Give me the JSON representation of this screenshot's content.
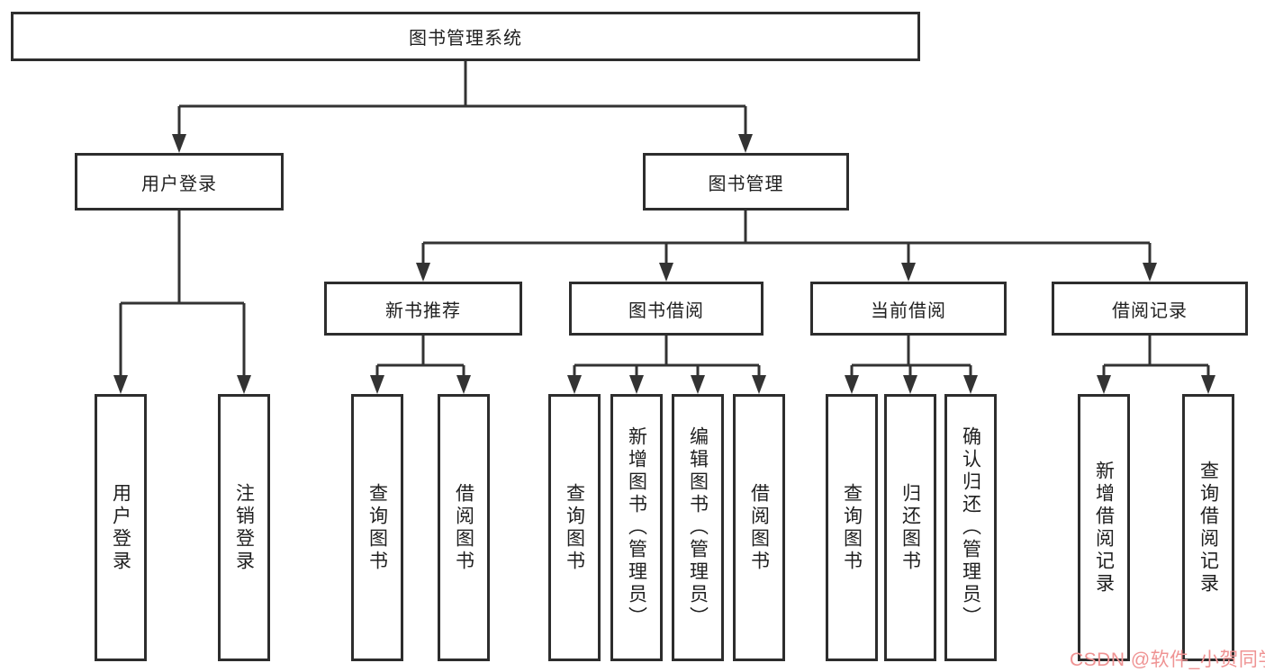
{
  "diagram_title": "图书管理系统",
  "nodes": {
    "root": {
      "label": "图书管理系统"
    },
    "level2": [
      {
        "id": "user-login",
        "label": "用户登录",
        "parent": "图书管理系统"
      },
      {
        "id": "book-management",
        "label": "图书管理",
        "parent": "图书管理系统"
      }
    ],
    "level3": [
      {
        "id": "new-book-recommend",
        "label": "新书推荐",
        "parent": "图书管理"
      },
      {
        "id": "book-borrow",
        "label": "图书借阅",
        "parent": "图书管理"
      },
      {
        "id": "current-borrow",
        "label": "当前借阅",
        "parent": "图书管理"
      },
      {
        "id": "borrow-records",
        "label": "借阅记录",
        "parent": "图书管理"
      }
    ],
    "leaves": [
      {
        "id": "user-login-leaf",
        "label": "用户登录",
        "parent": "用户登录"
      },
      {
        "id": "logout",
        "label": "注销登录",
        "parent": "用户登录"
      },
      {
        "id": "query-books-recommend",
        "label": "查询图书",
        "parent": "新书推荐"
      },
      {
        "id": "borrow-books-recommend",
        "label": "借阅图书",
        "parent": "新书推荐"
      },
      {
        "id": "query-books-borrow",
        "label": "查询图书",
        "parent": "图书借阅"
      },
      {
        "id": "add-books-admin",
        "label": "新增图书（管理员）",
        "parent": "图书借阅"
      },
      {
        "id": "edit-books-admin",
        "label": "编辑图书（管理员）",
        "parent": "图书借阅"
      },
      {
        "id": "borrow-books-borrow",
        "label": "借阅图书",
        "parent": "图书借阅"
      },
      {
        "id": "query-books-current",
        "label": "查询图书",
        "parent": "当前借阅"
      },
      {
        "id": "return-books",
        "label": "归还图书",
        "parent": "当前借阅"
      },
      {
        "id": "confirm-return-admin",
        "label": "确认归还（管理员）",
        "parent": "当前借阅"
      },
      {
        "id": "add-borrow-record",
        "label": "新增借阅记录",
        "parent": "借阅记录"
      },
      {
        "id": "query-borrow-record",
        "label": "查询借阅记录",
        "parent": "借阅记录"
      }
    ]
  },
  "watermark": {
    "text": "CSDN @软件_小贺同学"
  },
  "colors": {
    "line": "#333333",
    "border": "#2d2d2d",
    "text": "#1f1f1f",
    "background": "#ffffff",
    "watermark": "#ef9393"
  }
}
